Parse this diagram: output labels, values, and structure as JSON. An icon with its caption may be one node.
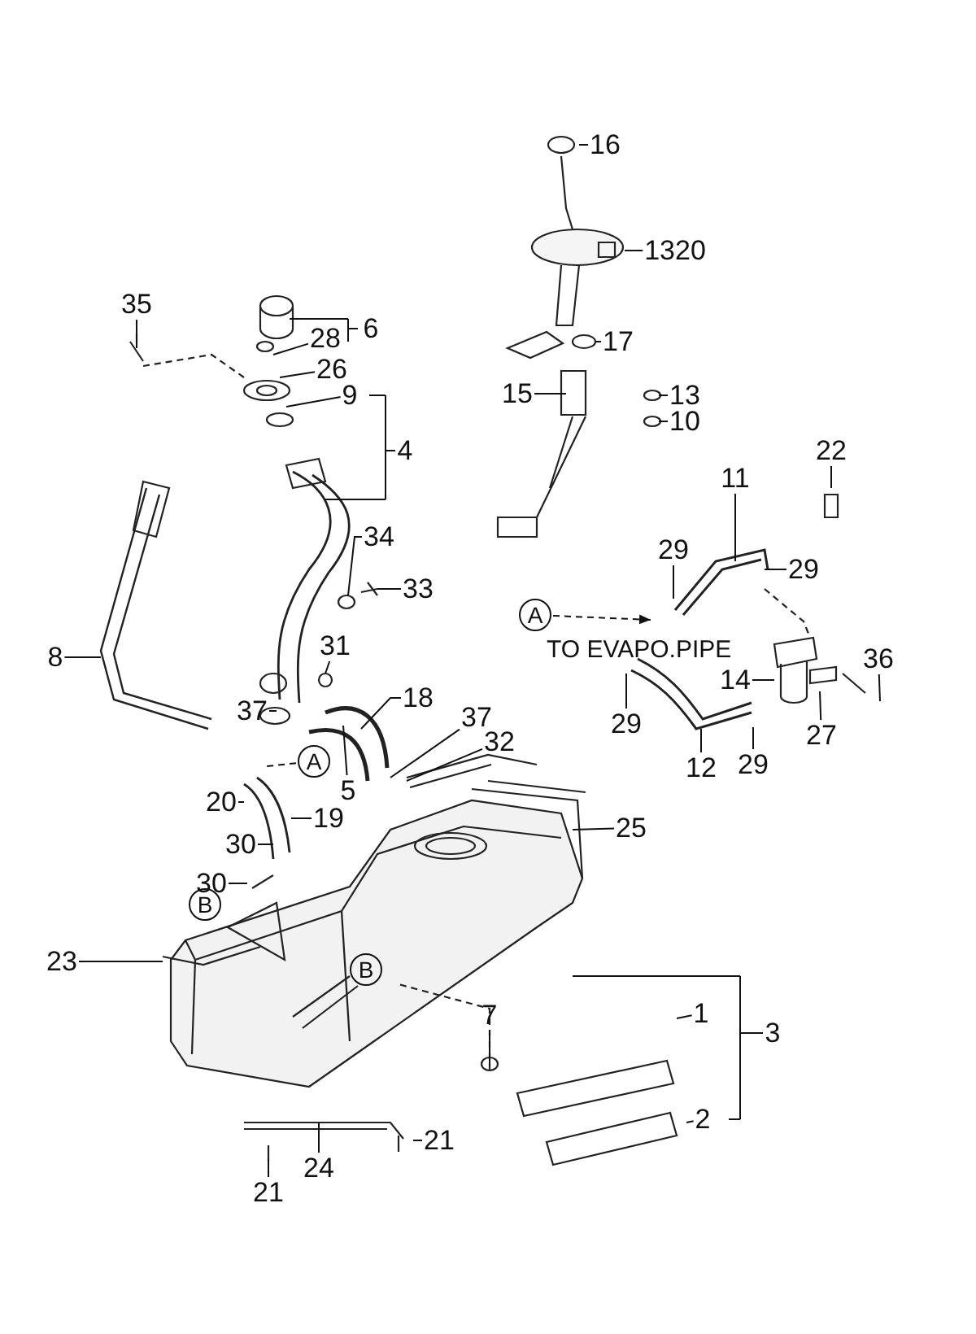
{
  "diagram": {
    "nodes": [
      {
        "text": [
          "16"
        ]
      },
      {
        "text": [
          "1320"
        ]
      },
      {
        "text": [
          "35"
        ]
      },
      {
        "text": [
          "6"
        ]
      },
      {
        "text": [
          "28"
        ]
      },
      {
        "text": [
          "17"
        ]
      },
      {
        "text": [
          "26"
        ]
      },
      {
        "text": [
          "15"
        ]
      },
      {
        "text": [
          "13"
        ]
      },
      {
        "text": [
          "9"
        ]
      },
      {
        "text": [
          "10"
        ]
      },
      {
        "text": [
          "4"
        ]
      },
      {
        "text": [
          "22"
        ]
      },
      {
        "text": [
          "11"
        ]
      },
      {
        "text": [
          "34"
        ]
      },
      {
        "text": [
          "29"
        ]
      },
      {
        "text": [
          "29"
        ]
      },
      {
        "text": [
          "33"
        ]
      },
      {
        "text": [
          "A"
        ]
      },
      {
        "text": [
          "31"
        ]
      },
      {
        "text": [
          "8"
        ]
      },
      {
        "text": [
          "36"
        ]
      },
      {
        "text": [
          "14"
        ]
      },
      {
        "text": [
          "18"
        ]
      },
      {
        "text": [
          "37"
        ]
      },
      {
        "text": [
          "37"
        ]
      },
      {
        "text": [
          "29"
        ]
      },
      {
        "text": [
          "27"
        ]
      },
      {
        "text": [
          "32"
        ]
      },
      {
        "text": [
          "A"
        ]
      },
      {
        "text": [
          "29"
        ]
      },
      {
        "text": [
          "12"
        ]
      },
      {
        "text": [
          "5"
        ]
      },
      {
        "text": [
          "20"
        ]
      },
      {
        "text": [
          "19"
        ]
      },
      {
        "text": [
          "25"
        ]
      },
      {
        "text": [
          "30"
        ]
      },
      {
        "text": [
          "30"
        ]
      },
      {
        "text": [
          "B"
        ]
      },
      {
        "text": [
          "23"
        ]
      },
      {
        "text": [
          "B"
        ]
      },
      {
        "text": [
          "1"
        ]
      },
      {
        "text": [
          "7"
        ]
      },
      {
        "text": [
          "3"
        ]
      },
      {
        "text": [
          "2"
        ]
      },
      {
        "text": [
          "21"
        ]
      },
      {
        "text": [
          "24"
        ]
      },
      {
        "text": [
          "21"
        ]
      }
    ],
    "edges": [
      {
        "from": 0,
        "to": null,
        "arrow": "none"
      },
      {
        "from": 1,
        "to": null,
        "arrow": "none"
      },
      {
        "from": 2,
        "to": null,
        "arrow": "none"
      },
      {
        "from": 4,
        "to": null,
        "arrow": "none"
      },
      {
        "from": 5,
        "to": null,
        "arrow": "none"
      },
      {
        "from": 6,
        "to": null,
        "arrow": "none"
      },
      {
        "from": 7,
        "to": null,
        "arrow": "none"
      },
      {
        "from": 8,
        "to": null,
        "arrow": "none"
      },
      {
        "from": 9,
        "to": null,
        "arrow": "none"
      },
      {
        "from": 10,
        "to": null,
        "arrow": "none"
      },
      {
        "from": 12,
        "to": null,
        "arrow": "none"
      },
      {
        "from": 13,
        "to": null,
        "arrow": "none"
      },
      {
        "from": 14,
        "to": null,
        "arrow": "none"
      },
      {
        "from": 15,
        "to": null,
        "arrow": "none"
      },
      {
        "from": 16,
        "to": null,
        "arrow": "none"
      },
      {
        "from": 17,
        "to": null,
        "arrow": "none"
      },
      {
        "from": 18,
        "to": null,
        "arrow": "to",
        "style": "dashed",
        "label": "TO EVAPO.PIPE"
      },
      {
        "from": 19,
        "to": null,
        "arrow": "none"
      },
      {
        "from": 20,
        "to": null,
        "arrow": "none"
      },
      {
        "from": 21,
        "to": null,
        "arrow": "none"
      },
      {
        "from": 22,
        "to": null,
        "arrow": "none"
      },
      {
        "from": 23,
        "to": null,
        "arrow": "none"
      },
      {
        "from": 24,
        "to": null,
        "arrow": "none"
      },
      {
        "from": 25,
        "to": null,
        "arrow": "none"
      },
      {
        "from": 26,
        "to": null,
        "arrow": "none"
      },
      {
        "from": 27,
        "to": null,
        "arrow": "none"
      },
      {
        "from": 28,
        "to": null,
        "arrow": "none"
      },
      {
        "from": 29,
        "to": null,
        "arrow": "none",
        "style": "dashed"
      },
      {
        "from": 30,
        "to": null,
        "arrow": "none"
      },
      {
        "from": 31,
        "to": null,
        "arrow": "none"
      },
      {
        "from": 32,
        "to": null,
        "arrow": "none"
      },
      {
        "from": 33,
        "to": null,
        "arrow": "none"
      },
      {
        "from": 34,
        "to": null,
        "arrow": "none"
      },
      {
        "from": 35,
        "to": null,
        "arrow": "none"
      },
      {
        "from": 36,
        "to": null,
        "arrow": "none"
      },
      {
        "from": 37,
        "to": null,
        "arrow": "none"
      },
      {
        "from": 39,
        "to": null,
        "arrow": "none"
      },
      {
        "from": 41,
        "to": null,
        "arrow": "none"
      },
      {
        "from": 42,
        "to": null,
        "arrow": "none"
      },
      {
        "from": 44,
        "to": null,
        "arrow": "none"
      },
      {
        "from": 45,
        "to": null,
        "arrow": "none"
      },
      {
        "from": 46,
        "to": null,
        "arrow": "none"
      },
      {
        "from": 47,
        "to": null,
        "arrow": "none"
      }
    ]
  }
}
